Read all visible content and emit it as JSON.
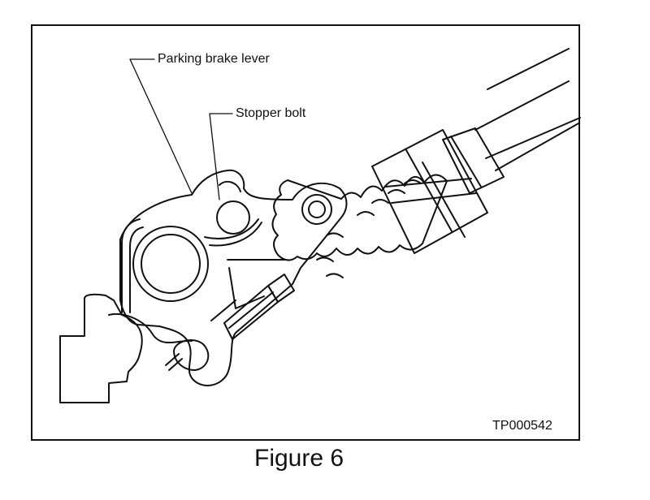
{
  "diagram": {
    "labels": {
      "parking_brake_lever": "Parking brake lever",
      "stopper_bolt": "Stopper bolt"
    },
    "code": "TP000542"
  },
  "caption": "Figure 6"
}
